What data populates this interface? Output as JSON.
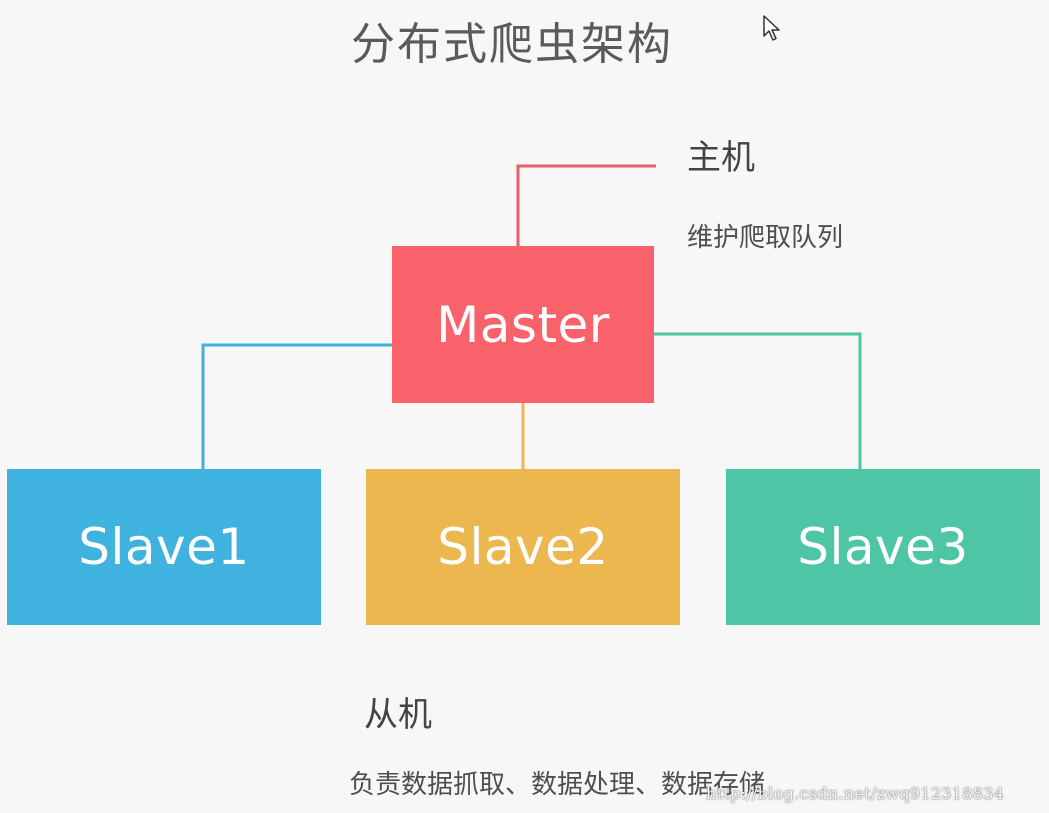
{
  "title": "分布式爬虫架构",
  "master": {
    "label": "Master",
    "heading": "主机",
    "description": "维护爬取队列",
    "color": "#f9626b"
  },
  "slaves": [
    {
      "label": "Slave1",
      "color": "#3fb2df"
    },
    {
      "label": "Slave2",
      "color": "#ecb74e"
    },
    {
      "label": "Slave3",
      "color": "#4ec5a4"
    }
  ],
  "slave_heading": "从机",
  "slave_description": "负责数据抓取、数据处理、数据存储",
  "watermark": "http://blog.csdn.net/zwq912318834",
  "cursor_icon": "mouse-pointer-icon"
}
